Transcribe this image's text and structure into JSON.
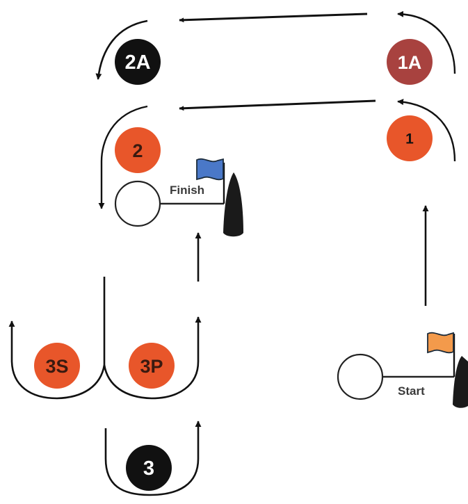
{
  "colors": {
    "mark_orange": "#e8562a",
    "mark_dark_red": "#a8423f",
    "mark_black": "#111111",
    "finish_flag": "#4a78c8",
    "start_flag": "#f39a4b",
    "line": "#111111",
    "boat": "#1a1a1a"
  },
  "marks": {
    "m1": {
      "label": "1"
    },
    "m1a": {
      "label": "1A"
    },
    "m2": {
      "label": "2"
    },
    "m2a": {
      "label": "2A"
    },
    "m3": {
      "label": "3"
    },
    "m3s": {
      "label": "3S"
    },
    "m3p": {
      "label": "3P"
    }
  },
  "lines": {
    "finish": {
      "label": "Finish"
    },
    "start": {
      "label": "Start"
    }
  },
  "icons": {
    "finish_flag": "flag-icon",
    "start_flag": "flag-icon",
    "committee_boat": "boat-icon"
  }
}
